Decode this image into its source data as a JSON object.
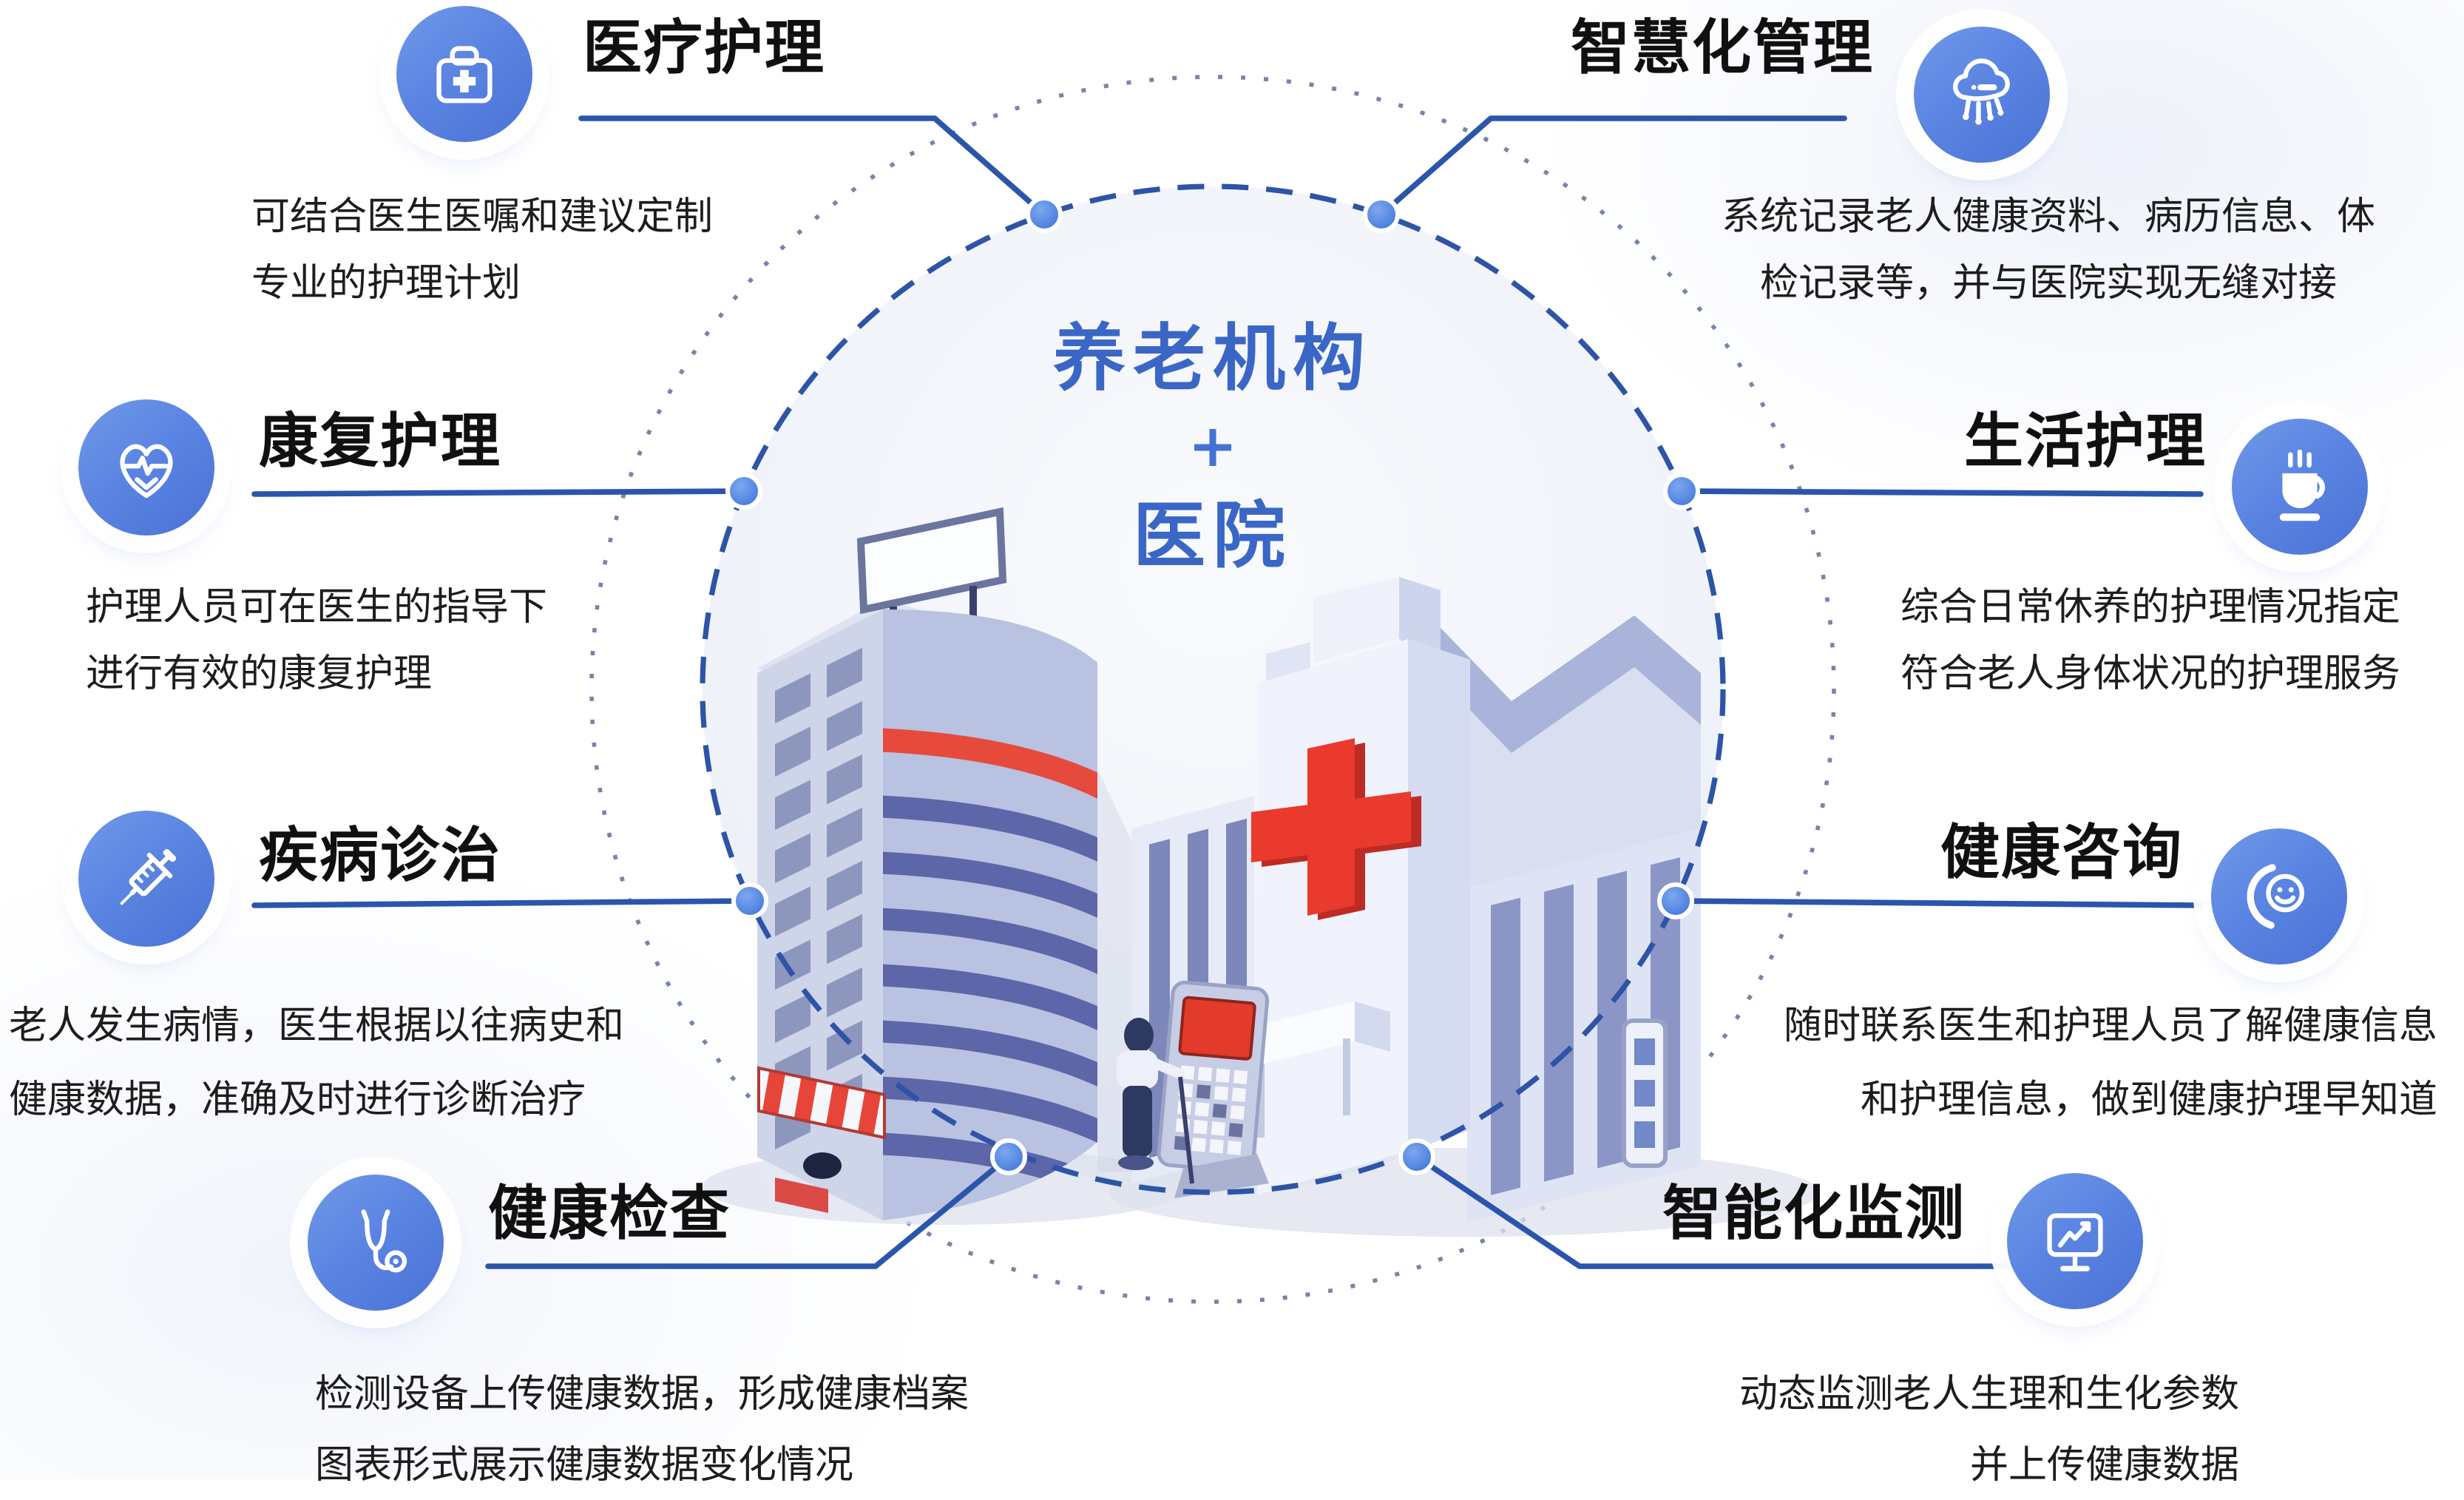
{
  "center": {
    "line1": "养老机构",
    "plus": "+",
    "line2": "医院"
  },
  "features": [
    {
      "id": "medical-care",
      "title": "医疗护理",
      "icon": "first-aid-kit-icon",
      "desc": [
        "可结合医生医嘱和建议定制",
        "专业的护理计划"
      ]
    },
    {
      "id": "smart-management",
      "title": "智慧化管理",
      "icon": "smart-cloud-icon",
      "desc": [
        "系统记录老人健康资料、病历信息、体",
        "检记录等，并与医院实现无缝对接"
      ]
    },
    {
      "id": "rehab-care",
      "title": "康复护理",
      "icon": "heart-pulse-icon",
      "desc": [
        "护理人员可在医生的指导下",
        "进行有效的康复护理"
      ]
    },
    {
      "id": "life-care",
      "title": "生活护理",
      "icon": "coffee-cup-icon",
      "desc": [
        "综合日常休养的护理情况指定",
        "符合老人身体状况的护理服务"
      ]
    },
    {
      "id": "disease-treatment",
      "title": "疾病诊治",
      "icon": "syringe-icon",
      "desc": [
        "老人发生病情，医生根据以往病史和",
        "健康数据，准确及时进行诊断治疗"
      ]
    },
    {
      "id": "health-consult",
      "title": "健康咨询",
      "icon": "phone-face-icon",
      "desc": [
        "随时联系医生和护理人员了解健康信息",
        "和护理信息，做到健康护理早知道"
      ]
    },
    {
      "id": "health-check",
      "title": "健康检查",
      "icon": "stethoscope-icon",
      "desc": [
        "检测设备上传健康数据，形成健康档案",
        "图表形式展示健康数据变化情况"
      ]
    },
    {
      "id": "smart-monitoring",
      "title": "智能化监测",
      "icon": "monitor-chart-icon",
      "desc": [
        "动态监测老人生理和生化参数",
        "并上传健康数据"
      ]
    }
  ],
  "colors": {
    "icon_blue": "#5b85e2",
    "connector_blue": "#2b55ab",
    "dashed_circle_blue": "#2d54a6",
    "dot_blue": "#5d8ce4",
    "center_text_blue": "#3a67c6",
    "title_black": "#101010",
    "accent_red": "#ea3a2d",
    "disc_fill": "#ecf0f8"
  }
}
